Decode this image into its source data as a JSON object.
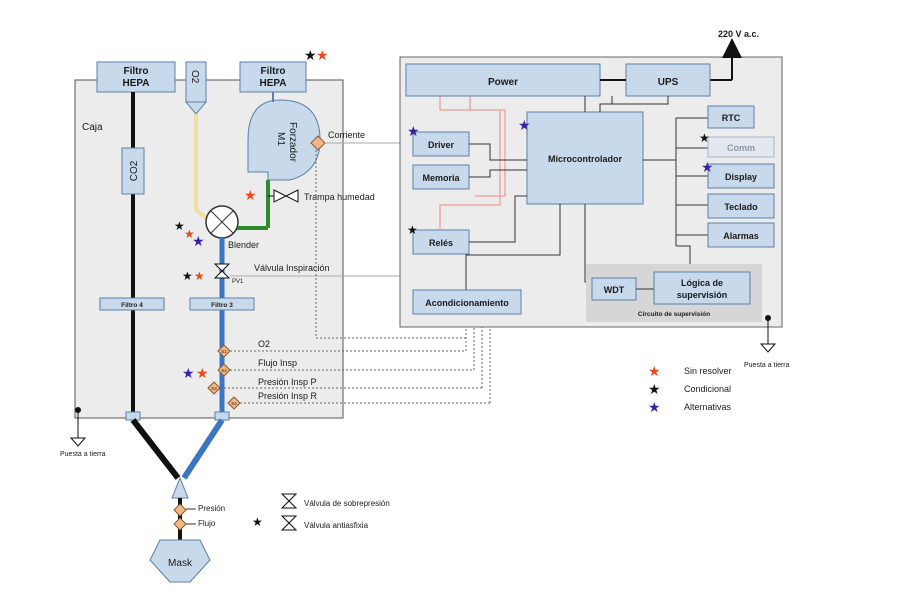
{
  "caja": {
    "title": "Caja",
    "filtro_hepa_left": [
      "Filtro",
      "HEPA"
    ],
    "o2_filter": "O2",
    "filtro_hepa_right": [
      "Filtro",
      "HEPA"
    ],
    "co2": "CO2",
    "forzador": [
      "Forzador",
      "M1"
    ],
    "corriente": "Corriente",
    "trampa": "Trampa humedad",
    "blender": "Blender",
    "valvula_insp": "Válvula Inspiración",
    "pv1": "PV1",
    "filtro4": "Filtro 4",
    "filtro3": "Filtro 3",
    "o2_line": "O2",
    "flujo_insp": "Flujo Insp",
    "presion_insp_p": "Presión Insp P",
    "presion_insp_r": "Presión Insp R",
    "sensor_tags": [
      "S1",
      "S2",
      "S3",
      "S4"
    ]
  },
  "ground_left": "Puesta a tierra",
  "ground_right": "Puesta a tierra",
  "power_in": "220 V a.c.",
  "ctrl": {
    "power": "Power",
    "ups": "UPS",
    "driver": "Driver",
    "memoria": "Memoria",
    "micro": "Microcontrolador",
    "reles": "Relés",
    "acond": "Acondicionamiento",
    "rtc": "RTC",
    "comm": "Comm",
    "display": "Display",
    "teclado": "Teclado",
    "alarmas": "Alarmas",
    "wdt": "WDT",
    "logica": [
      "Lógica de",
      "supervisión"
    ],
    "circuito": "Circuito de supervisión"
  },
  "mask": {
    "label": "Mask",
    "presion": "Presión",
    "flujo": "Flujo",
    "v_sobre": "Válvula de sobrepresión",
    "v_anti": "Válvula antiasfixia"
  },
  "legend": [
    {
      "label": "Sin resolver",
      "color": "#e8491d"
    },
    {
      "label": "Condicional",
      "color": "#111111"
    },
    {
      "label": "Alternativas",
      "color": "#3b1fa8"
    }
  ],
  "colors": {
    "box_fill": "#c9d9ec",
    "box_stroke": "#5b7fa6",
    "panel": "#ececec",
    "blue_tube": "#3a76c4",
    "yellow_tube": "#f1dfa0",
    "green_tube": "#2e8b2e",
    "sensor": "#f0b888"
  }
}
